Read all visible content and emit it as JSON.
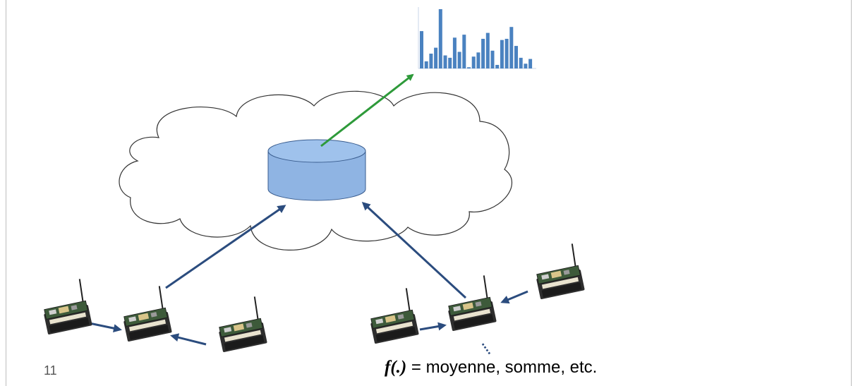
{
  "slide": {
    "page_number": "11",
    "caption_function": "f(.)",
    "caption_text": " = moyenne, somme, etc.",
    "ellipsis": "...."
  },
  "colors": {
    "cloud_stroke": "#333333",
    "database_fill": "#8fb4e3",
    "database_stroke": "#3a5d8f",
    "output_arrow": "#2e9a3a",
    "sensor_arrow": "#2b4c7e",
    "histogram_bar": "#4a82c0"
  },
  "icons": {
    "cloud": "cloud-icon",
    "database": "database-icon",
    "sensor": "sensor-node-icon",
    "histogram": "histogram-icon"
  },
  "histogram": {
    "values": [
      0.63,
      0.12,
      0.25,
      0.35,
      1.0,
      0.22,
      0.18,
      0.52,
      0.28,
      0.57,
      0.02,
      0.2,
      0.27,
      0.5,
      0.6,
      0.3,
      0.06,
      0.48,
      0.5,
      0.7,
      0.38,
      0.18,
      0.08,
      0.16
    ]
  }
}
